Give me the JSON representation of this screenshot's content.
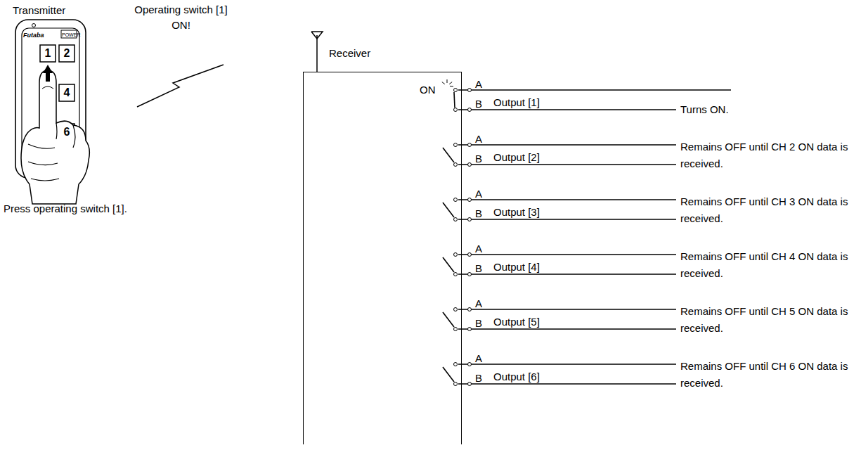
{
  "diagram": {
    "nodes": [
      {
        "text": [
          "Transmitter"
        ]
      },
      {
        "text": [
          "Receiver"
        ]
      }
    ],
    "labels": [
      "Operating switch [1] ON!",
      "Press operating switch [1].",
      "Futaba",
      "POWER",
      "1",
      "2",
      "4",
      "6",
      "ON",
      "A",
      "B",
      "Output [1]",
      "Turns ON.",
      "A",
      "B",
      "Output [2]",
      "Remains OFF until CH 2 ON data is received.",
      "A",
      "B",
      "Output [3]",
      "Remains OFF until CH 3 ON data is received.",
      "A",
      "B",
      "Output [4]",
      "Remains OFF until CH 4 ON data is received.",
      "A",
      "B",
      "Output [5]",
      "Remains OFF until CH 5 ON data is received.",
      "A",
      "B",
      "Output [6]",
      "Remains OFF until CH 6 ON data is received."
    ]
  }
}
